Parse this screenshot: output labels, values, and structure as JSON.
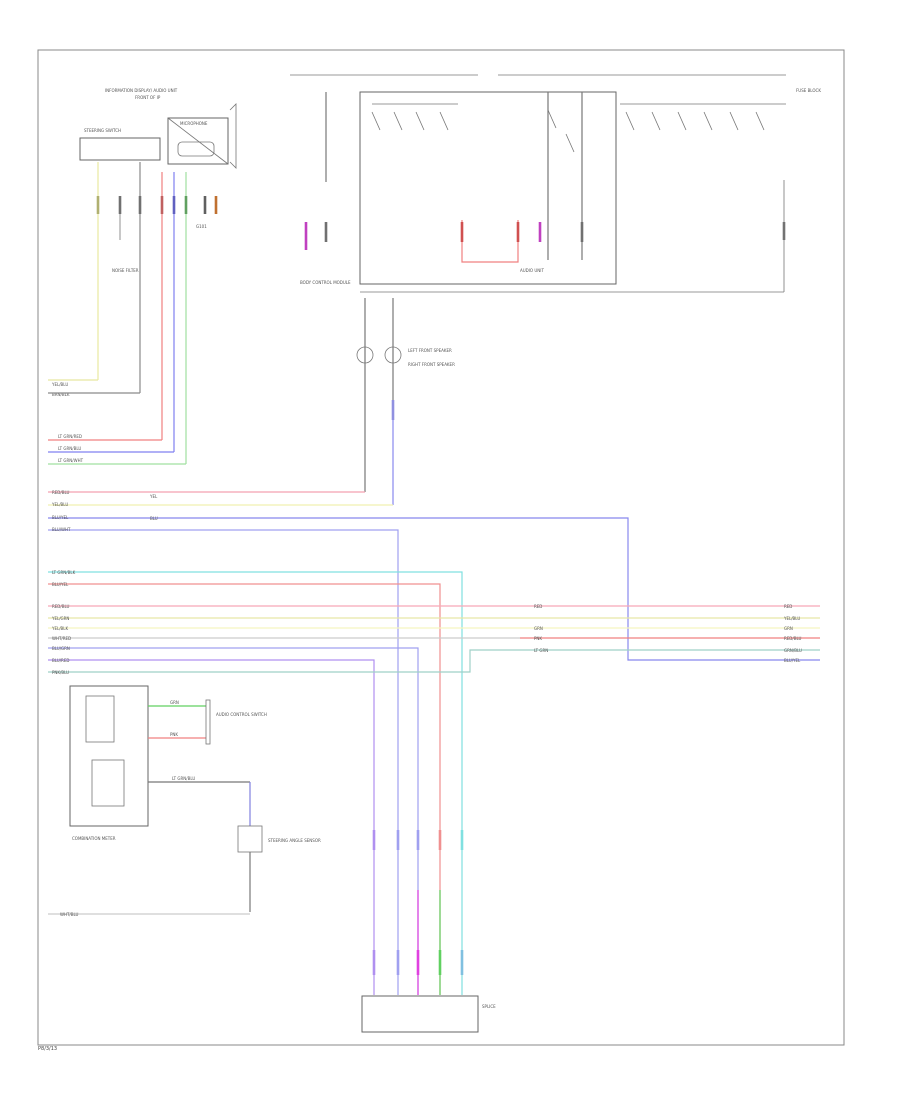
{
  "footer": {
    "code": "P8/3/13"
  },
  "components": {
    "display_speaker": {
      "title": "INFORMATION DISPLAY/ AUDIO UNIT",
      "sub": "FRONT OF IP"
    },
    "microphone": {
      "title": "MICROPHONE"
    },
    "steering_switch": {
      "title": "STEERING SWITCH"
    },
    "audio_unit": {
      "title": "AUDIO UNIT"
    },
    "noise_filter": {
      "title": "NOISE FILTER"
    },
    "speaker_lf": {
      "title": "LEFT FRONT SPEAKER"
    },
    "speaker_rf": {
      "title": "RIGHT FRONT SPEAKER"
    },
    "steering_spiral": {
      "title": "STEERING ANGLE SENSOR"
    },
    "combination_meter": {
      "title": "COMBINATION METER"
    },
    "fuse_box": {
      "title": "FUSE BLOCK"
    },
    "audio_control": {
      "title": "AUDIO CONTROL SWITCH"
    },
    "ground": {
      "title": "SPLICE"
    },
    "body_control": {
      "title": "BODY CONTROL MODULE"
    }
  },
  "wires": [
    {
      "name": "YEL/BLU",
      "color": "#e8e8a0"
    },
    {
      "name": "BRN/BLK",
      "color": "#8a8a8a"
    },
    {
      "name": "LT GRN/RED",
      "color": "#f08080"
    },
    {
      "name": "LT GRN/BLU",
      "color": "#8080f0"
    },
    {
      "name": "LT GRN/WHT",
      "color": "#a0e0a0"
    },
    {
      "name": "RED/BLU",
      "color": "#f4a0b0"
    },
    {
      "name": "YEL/BLU",
      "color": "#f0f0b0"
    },
    {
      "name": "BLU/YEL",
      "color": "#8888ee"
    },
    {
      "name": "BLU/WHT",
      "color": "#a0a0f0"
    },
    {
      "name": "LT GRN/BLK",
      "color": "#80e0e0"
    },
    {
      "name": "BLU/YEL",
      "color": "#f09090"
    },
    {
      "name": "RED/BLU",
      "color": "#f7a8b8"
    },
    {
      "name": "YEL/GRN",
      "color": "#e6e6a6"
    },
    {
      "name": "YEL/BLK",
      "color": "#f5f5c0"
    },
    {
      "name": "WHT/RED",
      "color": "#cccccc"
    },
    {
      "name": "BLU/GRN",
      "color": "#a0a0f0"
    },
    {
      "name": "BLU/RED",
      "color": "#b090f0"
    },
    {
      "name": "PNK/BLU",
      "color": "#9fd0c8"
    },
    {
      "name": "GRN",
      "color": "#60d060"
    },
    {
      "name": "PNK",
      "color": "#f08080"
    },
    {
      "name": "LT GRN/BLU",
      "color": "#8080e0"
    },
    {
      "name": "WHT/BLU",
      "color": "#999999"
    }
  ],
  "right_labels": [
    {
      "name": "RED",
      "color": "#f4a0b0"
    },
    {
      "name": "YEL/BLU",
      "color": "#e6e6a6"
    },
    {
      "name": "GRN",
      "color": "#c0e0a0"
    },
    {
      "name": "RED/BLU",
      "color": "#f08080"
    },
    {
      "name": "GRN/BLU",
      "color": "#a0f0a0"
    },
    {
      "name": "BLU/YEL",
      "color": "#9090e0"
    }
  ],
  "mid_labels": [
    "YEL",
    "BLU",
    "RED",
    "GRN",
    "PNK",
    "LT GRN"
  ]
}
